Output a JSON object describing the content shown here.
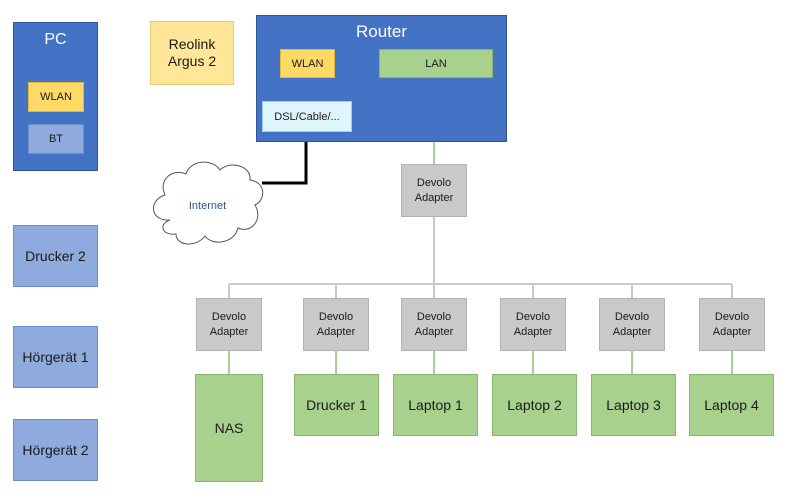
{
  "pc": {
    "title": "PC",
    "wlan": "WLAN",
    "bt": "BT"
  },
  "side_devices": {
    "drucker2": "Drucker 2",
    "hoergeraet1": "Hörgerät 1",
    "hoergeraet2": "Hörgerät 2"
  },
  "reolink": {
    "line1": "Reolink",
    "line2": "Argus 2"
  },
  "router": {
    "title": "Router",
    "wlan": "WLAN",
    "lan": "LAN",
    "dsl": "DSL/Cable/..."
  },
  "internet": "Internet",
  "devolo": {
    "line1": "Devolo",
    "line2": "Adapter"
  },
  "endpoints": {
    "nas": "NAS",
    "drucker1": "Drucker 1",
    "laptop1": "Laptop 1",
    "laptop2": "Laptop 2",
    "laptop3": "Laptop 3",
    "laptop4": "Laptop 4"
  },
  "colors": {
    "router_blue": "#4472c4",
    "wlan_yellow": "#ffd966",
    "lan_green": "#a9d18e",
    "side_blue": "#8faadc",
    "adapter_gray": "#c9c9c9",
    "dsl_cyan": "#ddf5fb"
  }
}
